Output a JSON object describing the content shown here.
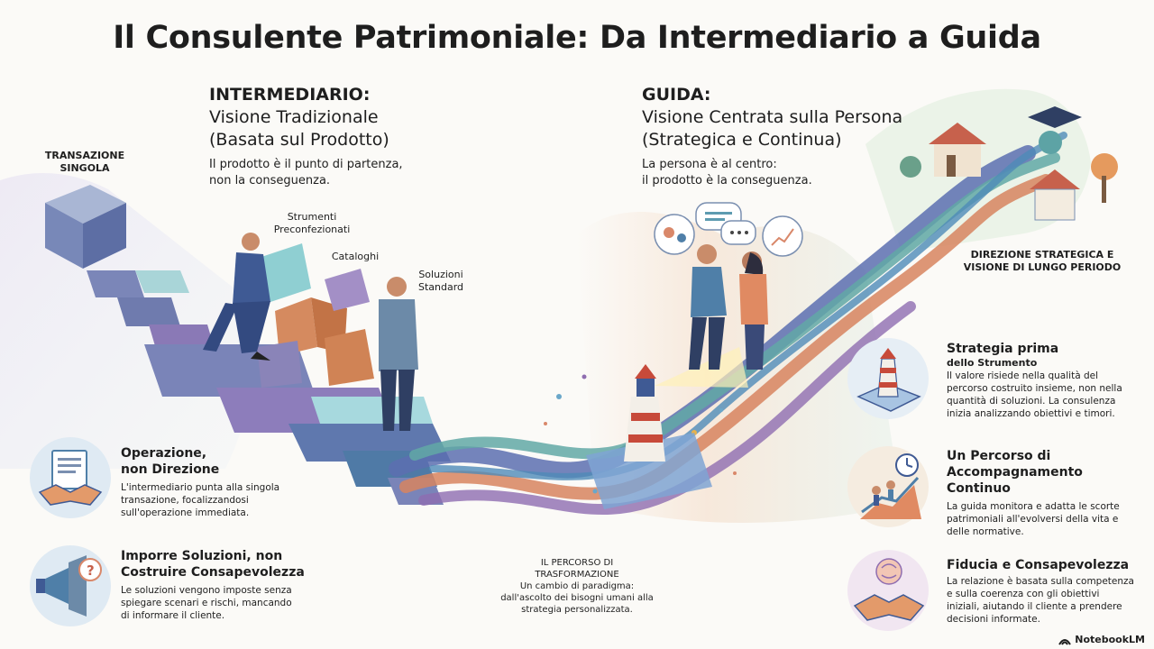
{
  "title": "Il Consulente Patrimoniale: Da Intermediario a Guida",
  "left": {
    "heading": "INTERMEDIARIO:",
    "subheading_1": "Visione Tradizionale",
    "subheading_2": "(Basata sul Prodotto)",
    "desc_1": "Il prodotto è il punto di partenza,",
    "desc_2": "non la conseguenza.",
    "label_transazione_1": "TRANSAZIONE",
    "label_transazione_2": "SINGOLA",
    "label_strumenti_1": "Strumenti",
    "label_strumenti_2": "Preconfezionati",
    "label_cataloghi": "Cataloghi",
    "label_soluzioni_1": "Soluzioni",
    "label_soluzioni_2": "Standard",
    "point1": {
      "title_1": "Operazione,",
      "title_2": "non Direzione",
      "text_1": "L'intermediario punta alla singola",
      "text_2": "transazione, focalizzandosi",
      "text_3": "sull'operazione immediata."
    },
    "point2": {
      "title_1": "Imporre Soluzioni, non",
      "title_2": "Costruire Consapevolezza",
      "text_1": "Le soluzioni vengono imposte senza",
      "text_2": "spiegare scenari e rischi, mancando",
      "text_3": "di informare il cliente."
    }
  },
  "right": {
    "heading": "GUIDA:",
    "subheading_1": "Visione Centrata sulla Persona",
    "subheading_2": "(Strategica e Continua)",
    "desc_1": "La persona è al centro:",
    "desc_2": "il prodotto è la conseguenza.",
    "label_direzione_1": "DIREZIONE STRATEGICA E",
    "label_direzione_2": "VISIONE DI LUNGO PERIODO",
    "point1": {
      "title_1": "Strategia prima",
      "title_2": "dello Strumento",
      "text_1": "Il valore risiede nella qualità del",
      "text_2": "percorso costruito insieme, non nella",
      "text_3": "quantità di soluzioni. La consulenza",
      "text_4": "inizia analizzando obiettivi e timori."
    },
    "point2": {
      "title_1": "Un Percorso di",
      "title_2": "Accompagnamento",
      "title_3": "Continuo",
      "text_1": "La guida monitora e adatta le scorte",
      "text_2": "patrimoniali all'evolversi della vita e",
      "text_3": "delle normative."
    },
    "point3": {
      "title_1": "Fiducia e Consapevolezza",
      "text_1": "La relazione è basata sulla competenza",
      "text_2": "e sulla coerenza con gli obiettivi",
      "text_3": "iniziali, aiutando il cliente a prendere",
      "text_4": "decisioni informate."
    }
  },
  "center": {
    "label_1": "IL PERCORSO DI",
    "label_2": "TRASFORMAZIONE",
    "text_1": "Un cambio di paradigma:",
    "text_2": "dall'ascolto dei bisogni umani alla",
    "text_3": "strategia personalizzata."
  },
  "logo": "NotebookLM"
}
